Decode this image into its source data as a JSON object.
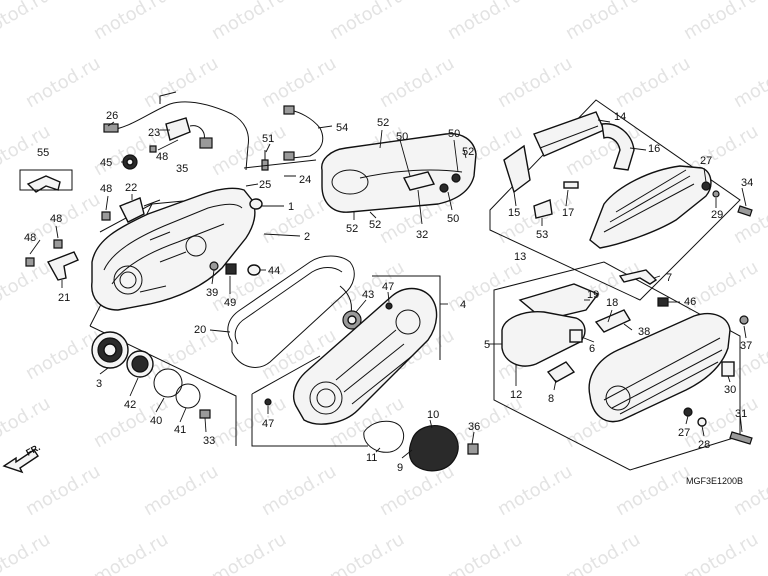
{
  "diagram": {
    "watermark_text": "motod.ru",
    "drawing_code": "MGF3E1200B",
    "direction_label": "FR.",
    "callouts": [
      {
        "id": "c55",
        "label": "55"
      },
      {
        "id": "c26",
        "label": "26"
      },
      {
        "id": "c23",
        "label": "23"
      },
      {
        "id": "c48a",
        "label": "48"
      },
      {
        "id": "c45",
        "label": "45"
      },
      {
        "id": "c35",
        "label": "35"
      },
      {
        "id": "c51",
        "label": "51"
      },
      {
        "id": "c54",
        "label": "54"
      },
      {
        "id": "c52a",
        "label": "52"
      },
      {
        "id": "c50a",
        "label": "50"
      },
      {
        "id": "c50b",
        "label": "50"
      },
      {
        "id": "c52b",
        "label": "52"
      },
      {
        "id": "c25",
        "label": "25"
      },
      {
        "id": "c24",
        "label": "24"
      },
      {
        "id": "c48b",
        "label": "48"
      },
      {
        "id": "c22",
        "label": "22"
      },
      {
        "id": "c48c",
        "label": "48"
      },
      {
        "id": "c48d",
        "label": "48"
      },
      {
        "id": "c1",
        "label": "1"
      },
      {
        "id": "c2",
        "label": "2"
      },
      {
        "id": "c52c",
        "label": "52"
      },
      {
        "id": "c52d",
        "label": "52"
      },
      {
        "id": "c32",
        "label": "32"
      },
      {
        "id": "c50c",
        "label": "50"
      },
      {
        "id": "c21",
        "label": "21"
      },
      {
        "id": "c39",
        "label": "39"
      },
      {
        "id": "c49",
        "label": "49"
      },
      {
        "id": "c44",
        "label": "44"
      },
      {
        "id": "c47a",
        "label": "47"
      },
      {
        "id": "c4",
        "label": "4"
      },
      {
        "id": "c43",
        "label": "43"
      },
      {
        "id": "c20",
        "label": "20"
      },
      {
        "id": "c3",
        "label": "3"
      },
      {
        "id": "c42",
        "label": "42"
      },
      {
        "id": "c40",
        "label": "40"
      },
      {
        "id": "c41",
        "label": "41"
      },
      {
        "id": "c33",
        "label": "33"
      },
      {
        "id": "c47b",
        "label": "47"
      },
      {
        "id": "c10",
        "label": "10"
      },
      {
        "id": "c36",
        "label": "36"
      },
      {
        "id": "c11",
        "label": "11"
      },
      {
        "id": "c9",
        "label": "9"
      },
      {
        "id": "c14",
        "label": "14"
      },
      {
        "id": "c16",
        "label": "16"
      },
      {
        "id": "c27a",
        "label": "27"
      },
      {
        "id": "c34",
        "label": "34"
      },
      {
        "id": "c15",
        "label": "15"
      },
      {
        "id": "c17",
        "label": "17"
      },
      {
        "id": "c29",
        "label": "29"
      },
      {
        "id": "c53",
        "label": "53"
      },
      {
        "id": "c13",
        "label": "13"
      },
      {
        "id": "c7",
        "label": "7"
      },
      {
        "id": "c19",
        "label": "19"
      },
      {
        "id": "c46",
        "label": "46"
      },
      {
        "id": "c5",
        "label": "5"
      },
      {
        "id": "c18",
        "label": "18"
      },
      {
        "id": "c38",
        "label": "38"
      },
      {
        "id": "c6",
        "label": "6"
      },
      {
        "id": "c37",
        "label": "37"
      },
      {
        "id": "c12",
        "label": "12"
      },
      {
        "id": "c8",
        "label": "8"
      },
      {
        "id": "c30",
        "label": "30"
      },
      {
        "id": "c31",
        "label": "31"
      },
      {
        "id": "c27b",
        "label": "27"
      },
      {
        "id": "c28",
        "label": "28"
      }
    ]
  }
}
